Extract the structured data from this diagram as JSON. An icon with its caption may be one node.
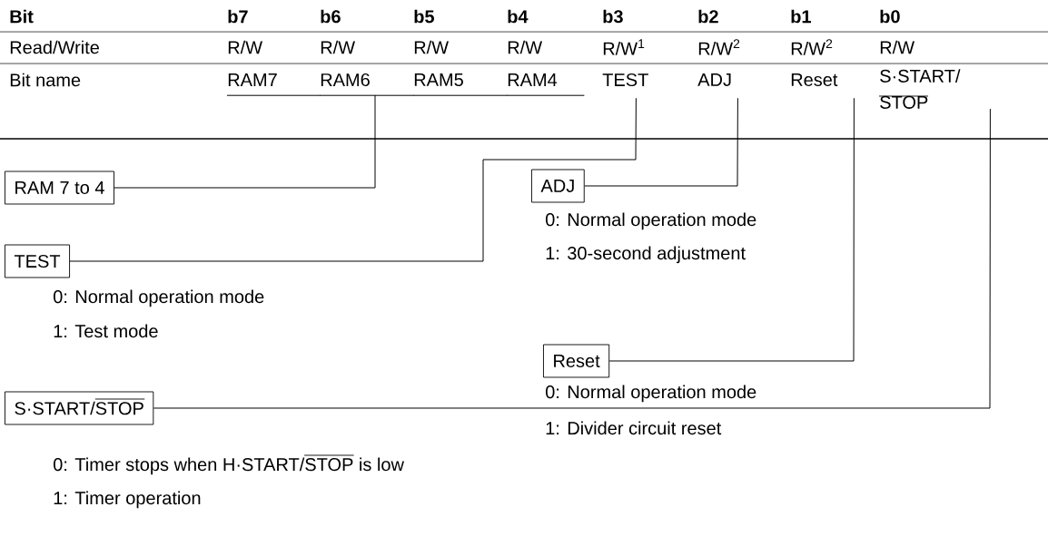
{
  "diagram": {
    "nodes": [
      {
        "text": [
          "RAM7"
        ]
      },
      {
        "text": [
          "RAM6"
        ]
      },
      {
        "text": [
          "RAM5"
        ]
      },
      {
        "text": [
          "RAM4"
        ]
      },
      {
        "text": [
          "TEST"
        ]
      },
      {
        "text": [
          "ADJ"
        ]
      },
      {
        "text": [
          "Reset"
        ]
      },
      {
        "text": [
          "S·START/ STOP"
        ]
      },
      {
        "text": [
          "RAM 7 to 4"
        ]
      },
      {
        "text": [
          "ADJ"
        ],
        "beside": [
          "0: Normal operation mode",
          "1: 30-second adjustment"
        ]
      },
      {
        "text": [
          "TEST"
        ],
        "beside": [
          "0: Normal operation mode",
          "1: Test mode"
        ]
      },
      {
        "text": [
          "Reset"
        ],
        "beside": [
          "0: Normal operation mode",
          "1: Divider circuit reset"
        ]
      },
      {
        "text": [
          "S·START/STOP"
        ],
        "beside": [
          "0: Timer stops when H·START/STOP is low",
          "1: Timer operation"
        ]
      }
    ],
    "edges": [
      {
        "from": 0,
        "to": 8,
        "arrow": "none"
      },
      {
        "from": 1,
        "to": 8,
        "arrow": "none"
      },
      {
        "from": 2,
        "to": 8,
        "arrow": "none"
      },
      {
        "from": 3,
        "to": 8,
        "arrow": "none"
      },
      {
        "from": 4,
        "to": 10,
        "arrow": "none"
      },
      {
        "from": 5,
        "to": 9,
        "arrow": "none"
      },
      {
        "from": 6,
        "to": 11,
        "arrow": "none"
      },
      {
        "from": 7,
        "to": 12,
        "arrow": "none"
      }
    ],
    "labels": [
      "Bit",
      "b7",
      "b6",
      "b5",
      "b4",
      "b3",
      "b2",
      "b1",
      "b0",
      "Read/Write",
      "R/W",
      "R/W",
      "R/W",
      "R/W",
      "R/W$^{1}$",
      "R/W$^{2}$",
      "R/W$^{2}$",
      "R/W",
      "Bit name"
    ]
  }
}
